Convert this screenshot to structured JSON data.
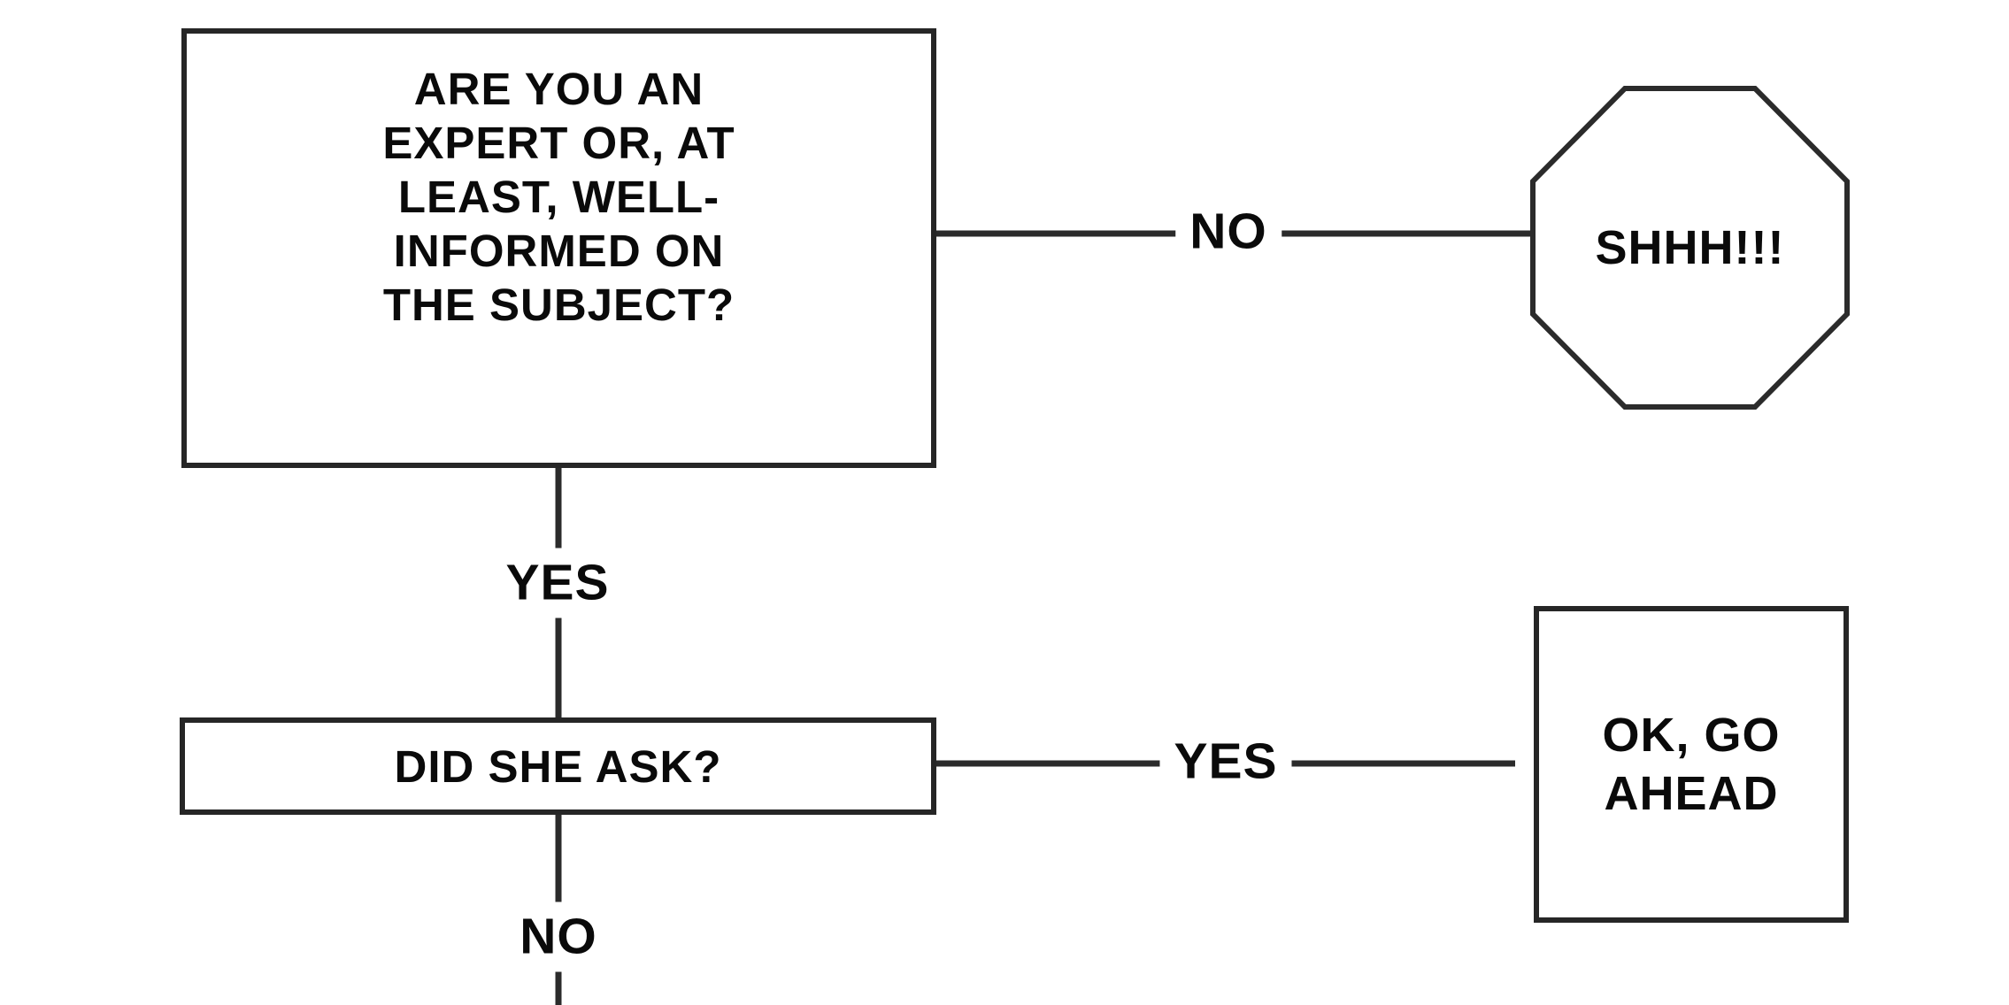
{
  "diagram": {
    "type": "flowchart",
    "background_color": "#ffffff",
    "line_color": "#2b2b2b",
    "text_color": "#0a0a0a",
    "nodes": {
      "expert_question": {
        "shape": "rectangle",
        "label_lines": [
          "ARE YOU AN",
          "EXPERT OR, AT",
          "LEAST, WELL-",
          "INFORMED ON",
          "THE SUBJECT?"
        ]
      },
      "shhh": {
        "shape": "octagon",
        "label": "SHHH!!!"
      },
      "did_she_ask": {
        "shape": "rectangle",
        "label": "DID SHE ASK?"
      },
      "ok_go_ahead": {
        "shape": "rectangle",
        "label_lines": [
          "OK, GO",
          "AHEAD"
        ]
      }
    },
    "edges": {
      "expert_no": {
        "label": "NO",
        "from": "expert_question",
        "to": "shhh"
      },
      "expert_yes": {
        "label": "YES",
        "from": "expert_question",
        "to": "did_she_ask"
      },
      "ask_yes": {
        "label": "YES",
        "from": "did_she_ask",
        "to": "ok_go_ahead"
      },
      "ask_no": {
        "label": "NO",
        "from": "did_she_ask",
        "to": "off-screen-bottom"
      }
    }
  }
}
